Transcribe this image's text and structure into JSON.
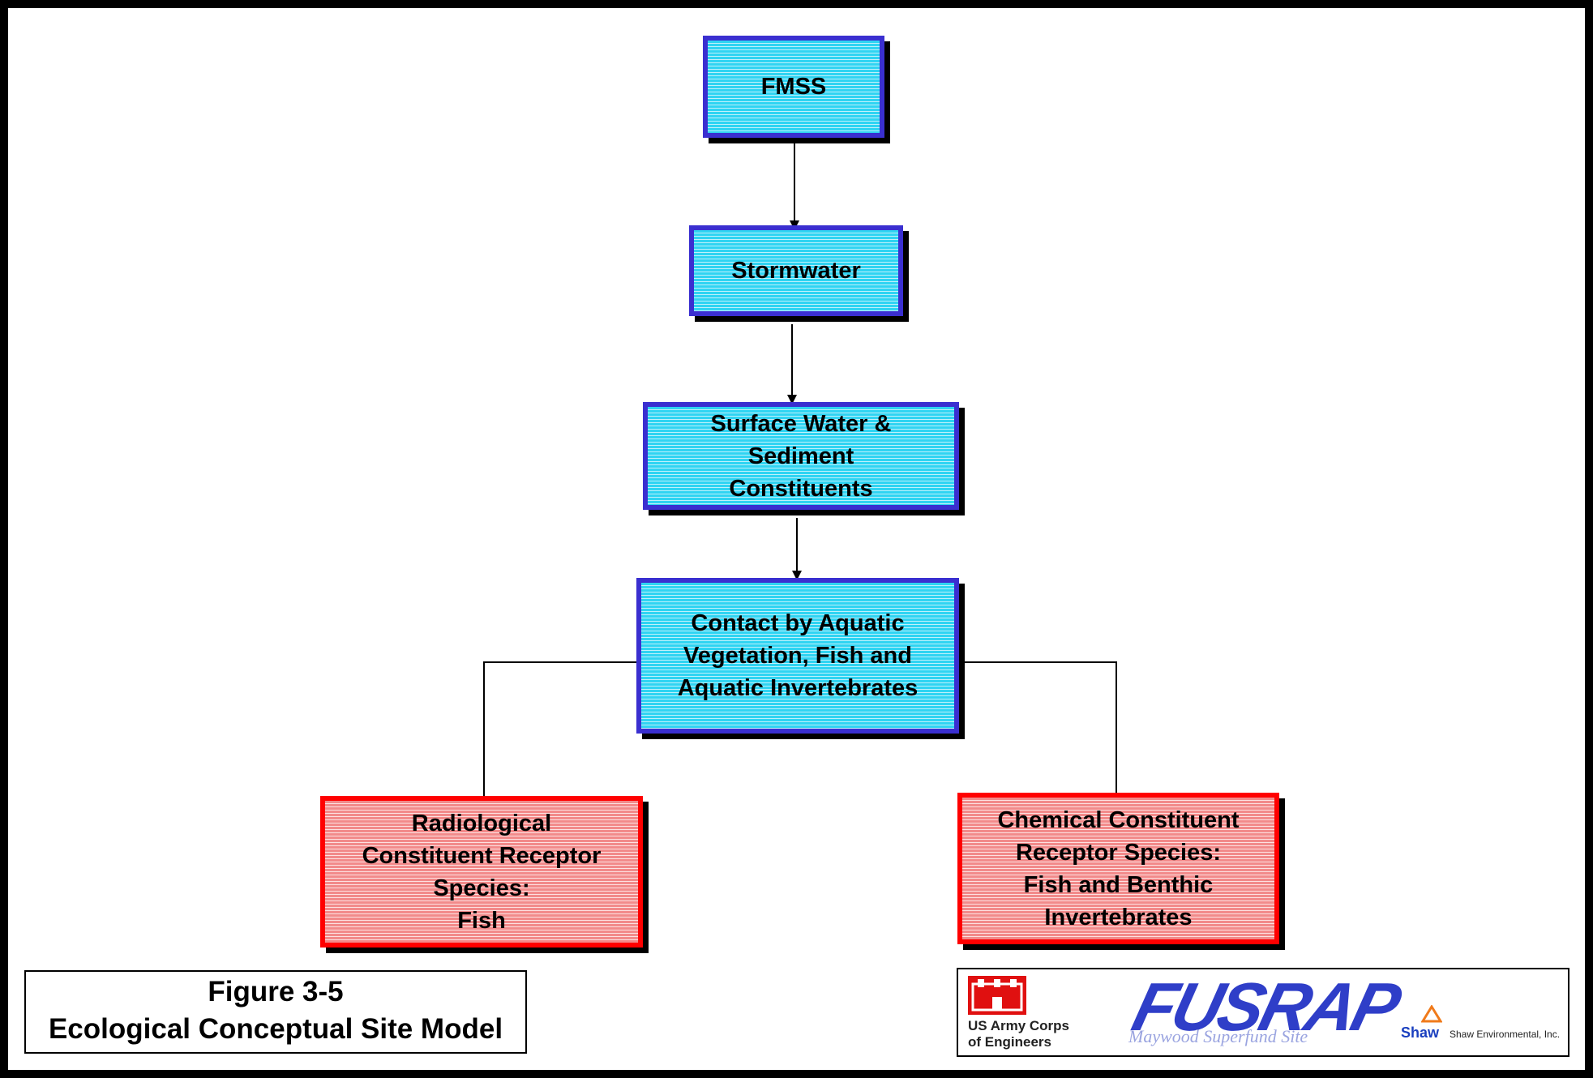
{
  "nodes": {
    "fmss": "FMSS",
    "stormwater": "Stormwater",
    "surface_water": "Surface Water &\nSediment\nConstituents",
    "contact": "Contact by Aquatic\nVegetation, Fish and\nAquatic Invertebrates",
    "radiological": "Radiological\nConstituent Receptor\nSpecies:\nFish",
    "chemical": "Chemical Constituent\nReceptor Species:\nFish and Benthic\nInvertebrates"
  },
  "caption": {
    "line1": "Figure 3-5",
    "line2": "Ecological Conceptual Site Model"
  },
  "logos": {
    "usace_line1": "US Army Corps",
    "usace_line2": "of Engineers",
    "fusrap": "FUSRAP",
    "maywood": "Maywood Superfund Site",
    "shaw": "Shaw",
    "shaw_env": "Shaw Environmental, Inc."
  },
  "colors": {
    "process_border": "#3a2fd0",
    "process_fill": "#2fd4f2",
    "receptor_border": "#ff0000",
    "receptor_fill": "#f28a8a"
  }
}
